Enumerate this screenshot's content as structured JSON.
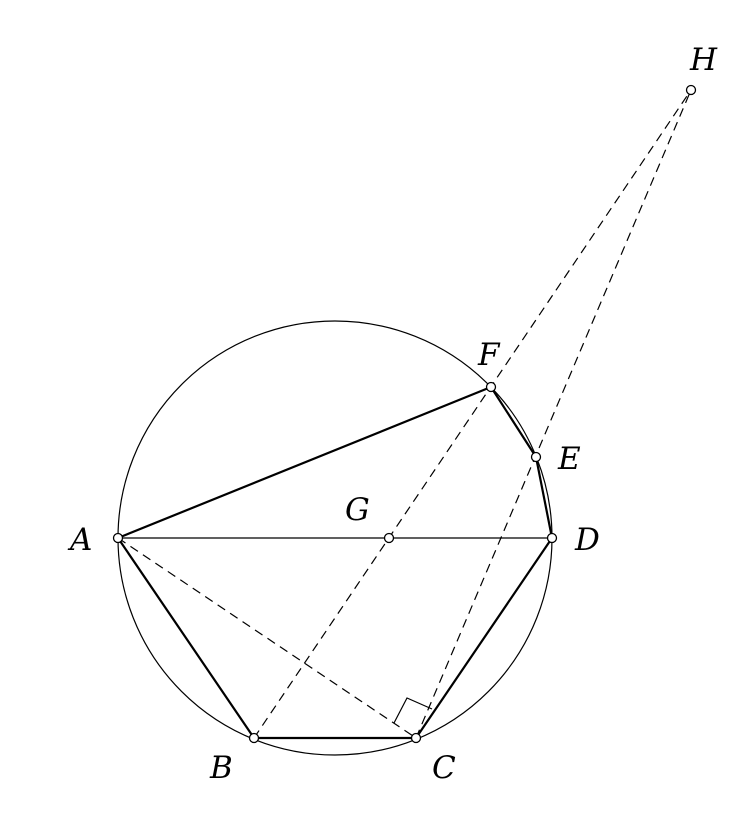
{
  "diagram": {
    "labels": {
      "A": "A",
      "B": "B",
      "C": "C",
      "D": "D",
      "E": "E",
      "F": "F",
      "G": "G",
      "H": "H"
    },
    "colors": {
      "stroke": "#000000",
      "background": "#ffffff",
      "point_fill": "#ffffff"
    }
  }
}
